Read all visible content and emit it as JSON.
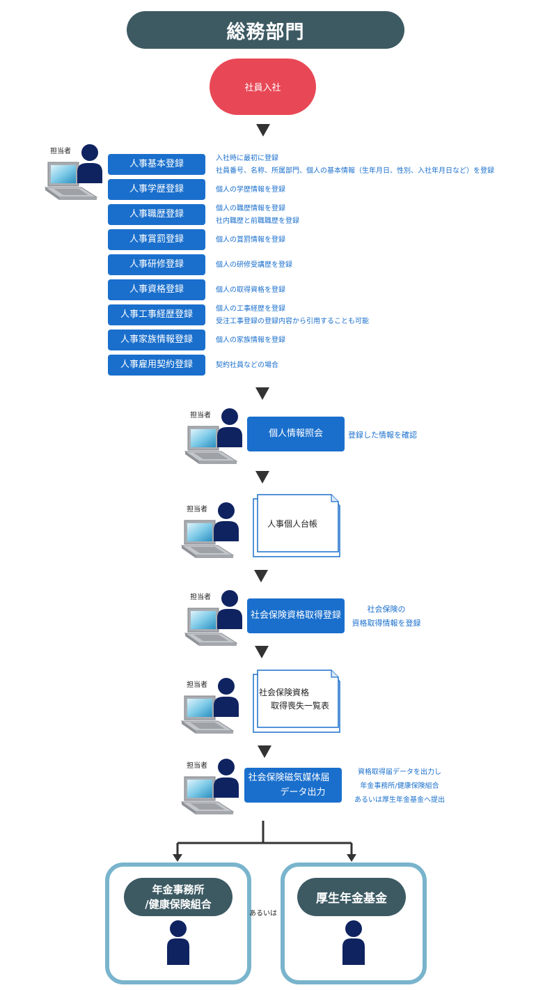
{
  "header": {
    "title": "総務部門"
  },
  "start": {
    "label": "社員入社"
  },
  "operator_label": "担当者",
  "registrations": [
    {
      "label": "人事基本登録",
      "desc": [
        "入社時に最初に登録",
        "社員番号、名称、所属部門、個人の基本情報（生年月日、性別、入社年月日など）を登録"
      ]
    },
    {
      "label": "人事学歴登録",
      "desc": [
        "個人の学歴情報を登録"
      ]
    },
    {
      "label": "人事職歴登録",
      "desc": [
        "個人の職歴情報を登録",
        "社内職歴と前職職歴を登録"
      ]
    },
    {
      "label": "人事賞罰登録",
      "desc": [
        "個人の賞罰情報を登録"
      ]
    },
    {
      "label": "人事研修登録",
      "desc": [
        "個人の研修受講歴を登録"
      ]
    },
    {
      "label": "人事資格登録",
      "desc": [
        "個人の取得資格を登録"
      ]
    },
    {
      "label": "人事工事経歴登録",
      "desc": [
        "個人の工事経歴を登録",
        "受注工事登録の登録内容から引用することも可能"
      ]
    },
    {
      "label": "人事家族情報登録",
      "desc": [
        "個人の家族情報を登録"
      ]
    },
    {
      "label": "人事雇用契約登録",
      "desc": [
        "契約社員などの場合"
      ]
    }
  ],
  "steps": {
    "inquiry": {
      "label": "個人情報照会",
      "desc": [
        "登録した情報を確認"
      ]
    },
    "ledger": {
      "label": "人事個人台帳"
    },
    "insurance": {
      "label": "社会保険資格取得登録",
      "desc": [
        "社会保険の",
        "資格取得情報を登録"
      ]
    },
    "list": {
      "line1": "社会保険資格",
      "line2": "取得喪失一覧表"
    },
    "media": {
      "line1": "社会保険磁気媒体届",
      "line2": "データ出力",
      "desc": [
        "資格取得届データを出力し",
        "年金事務所/健康保険組合",
        "あるいは厚生年金基金へ提出"
      ]
    }
  },
  "destinations": {
    "left": {
      "line1": "年金事務所",
      "line2": "/健康保険組合"
    },
    "or": "あるいは",
    "right": {
      "label": "厚生年金基金"
    }
  },
  "colors": {
    "header": "#3d5a63",
    "start": "#e84856",
    "button": "#1a6fcc",
    "frame": "#79b4cc",
    "figure": "#0f2360"
  }
}
